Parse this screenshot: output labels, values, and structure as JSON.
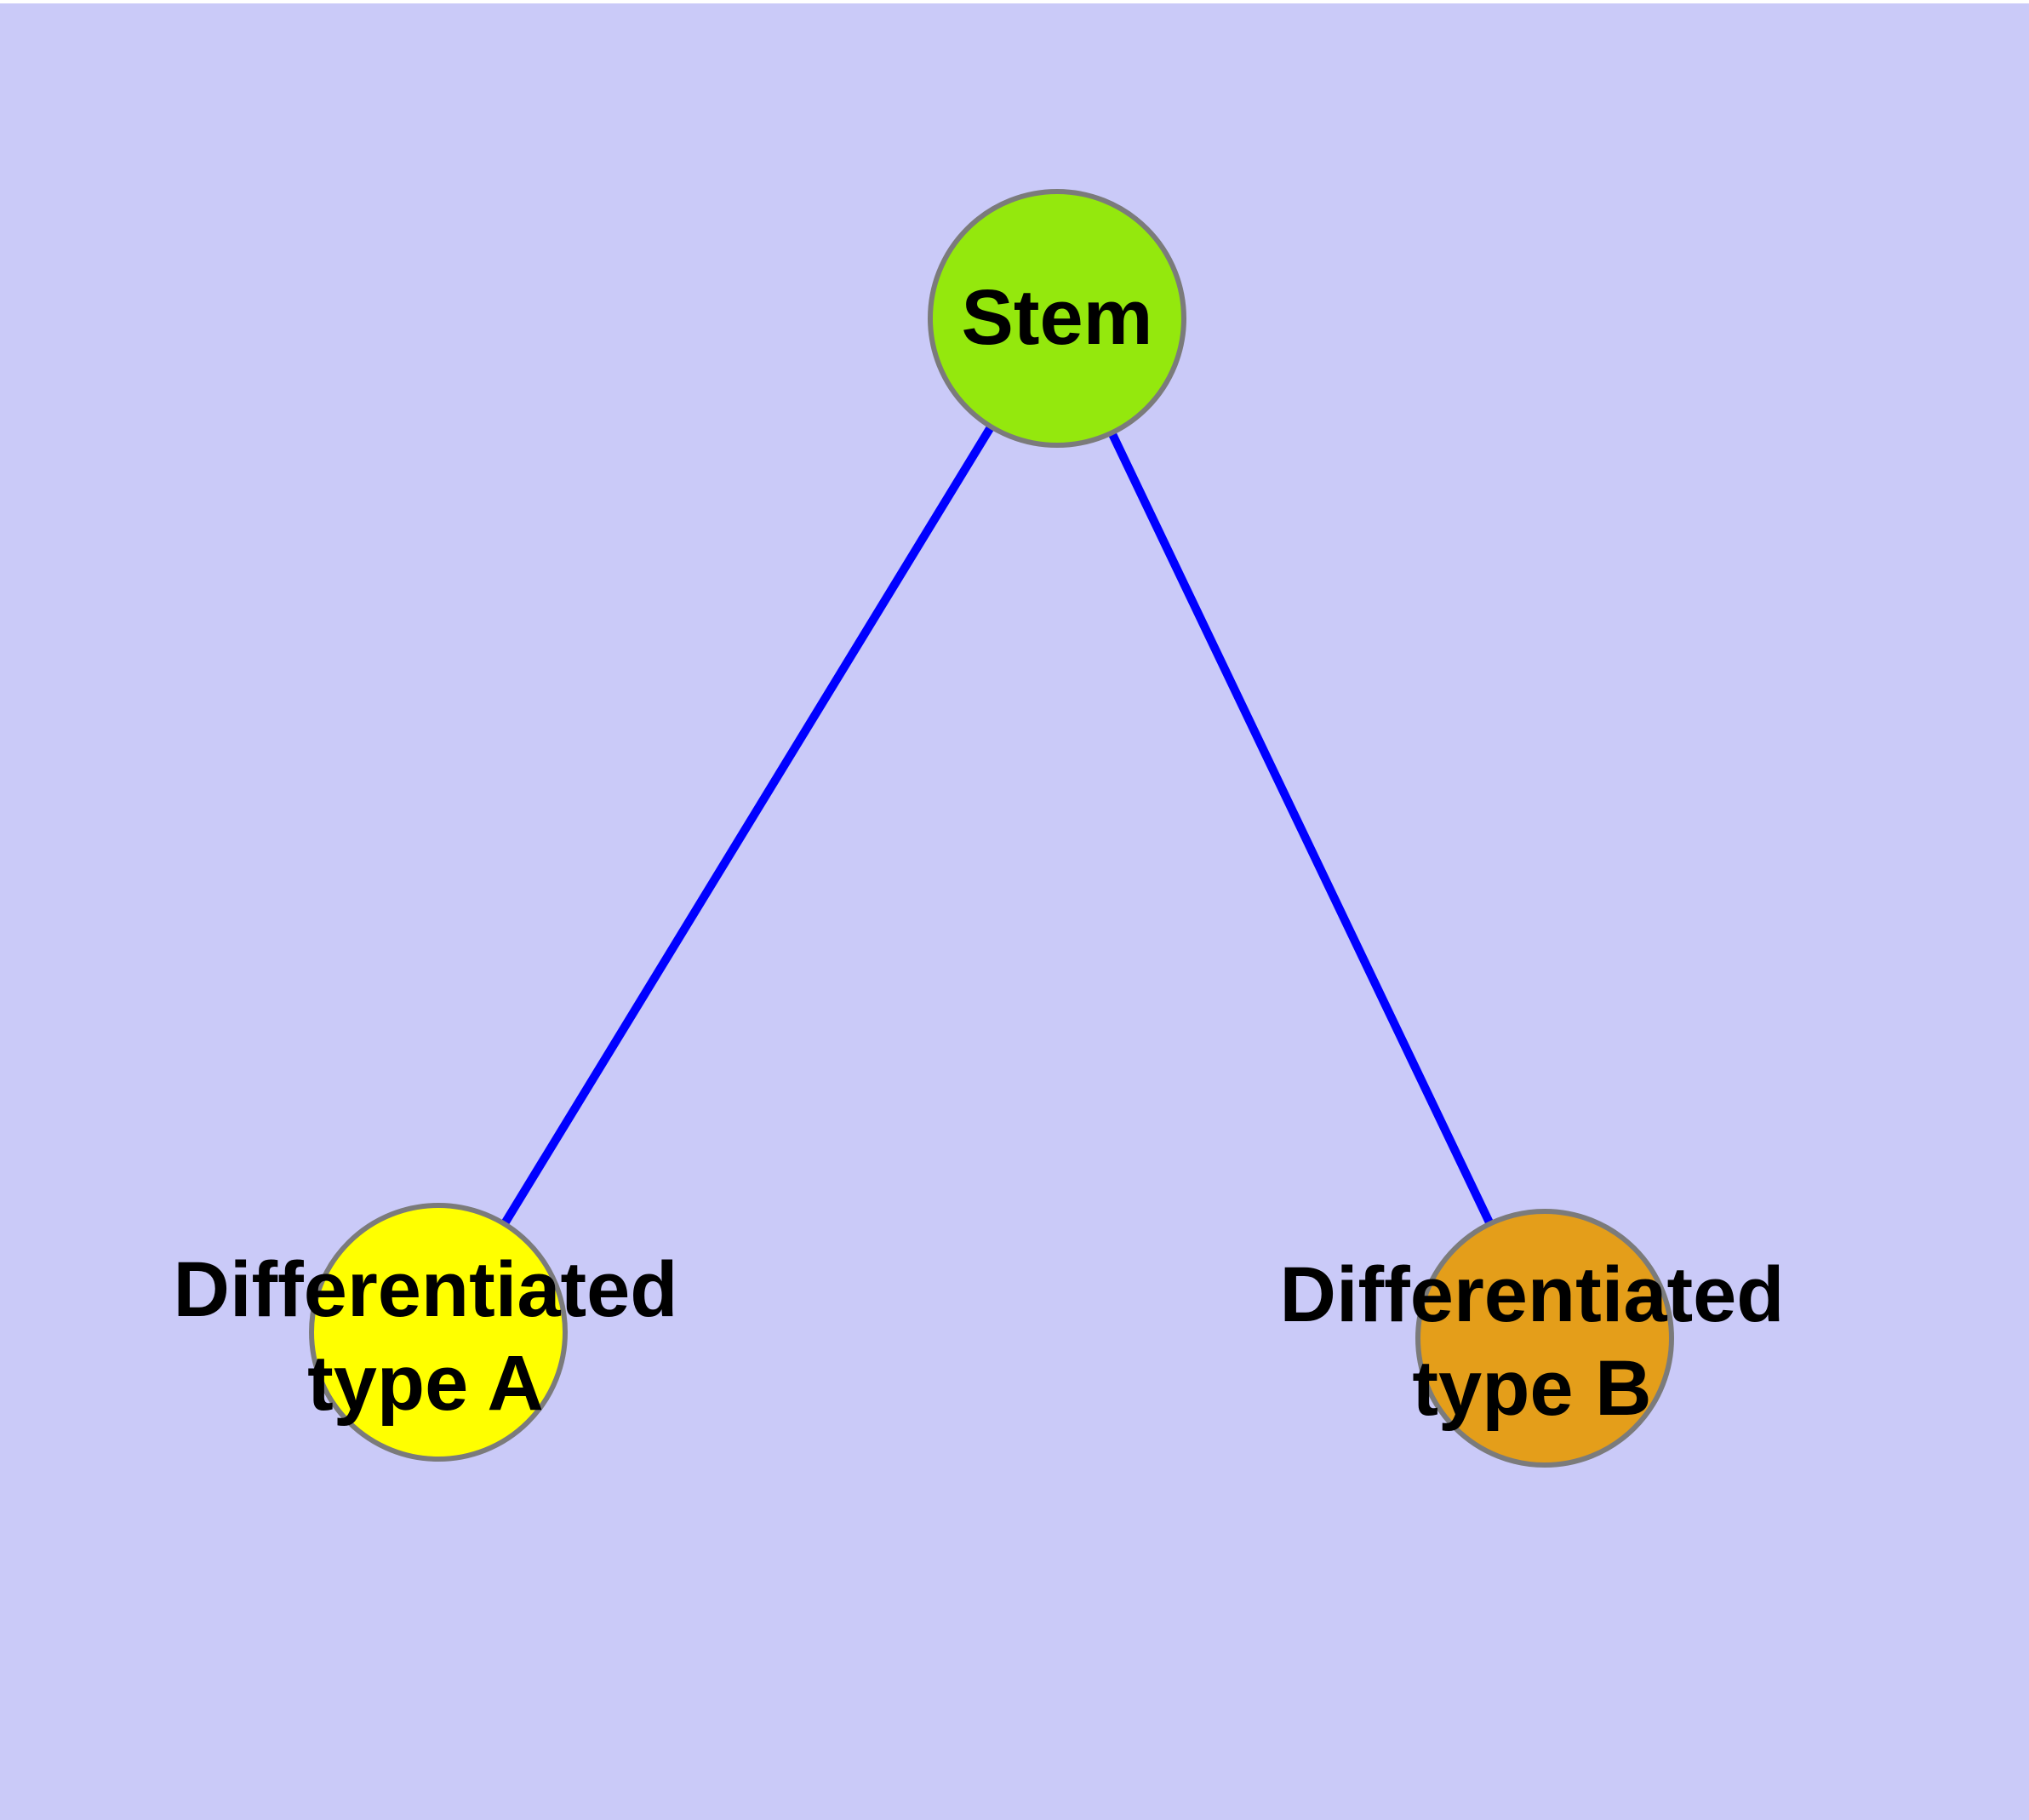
{
  "diagram": {
    "type": "graph",
    "description": "Stem cell differentiation tree: one stem node connected to two differentiated cell-type nodes",
    "nodes": {
      "stem": {
        "label": "Stem",
        "fill": "#94E80D",
        "shape": "circle"
      },
      "type_a": {
        "label_line1": "Differentiated",
        "label_line2": "type A",
        "fill": "#FFFF00",
        "shape": "circle"
      },
      "type_b": {
        "label_line1": "Differentiated",
        "label_line2": "type B",
        "fill": "#E49E1A",
        "shape": "circle"
      }
    },
    "edges": [
      {
        "from": "Stem",
        "to": "Differentiated type A"
      },
      {
        "from": "Stem",
        "to": "Differentiated type B"
      }
    ],
    "colors": {
      "background": "#CACAF8",
      "top_margin_strip": "#FFFFFF",
      "edge_stroke": "#0000FF",
      "node_border": "#7B7B7B",
      "stem_fill": "#94E80D",
      "type_a_fill": "#FFFF00",
      "type_b_fill": "#E49E1A",
      "label_text": "#000000"
    }
  }
}
